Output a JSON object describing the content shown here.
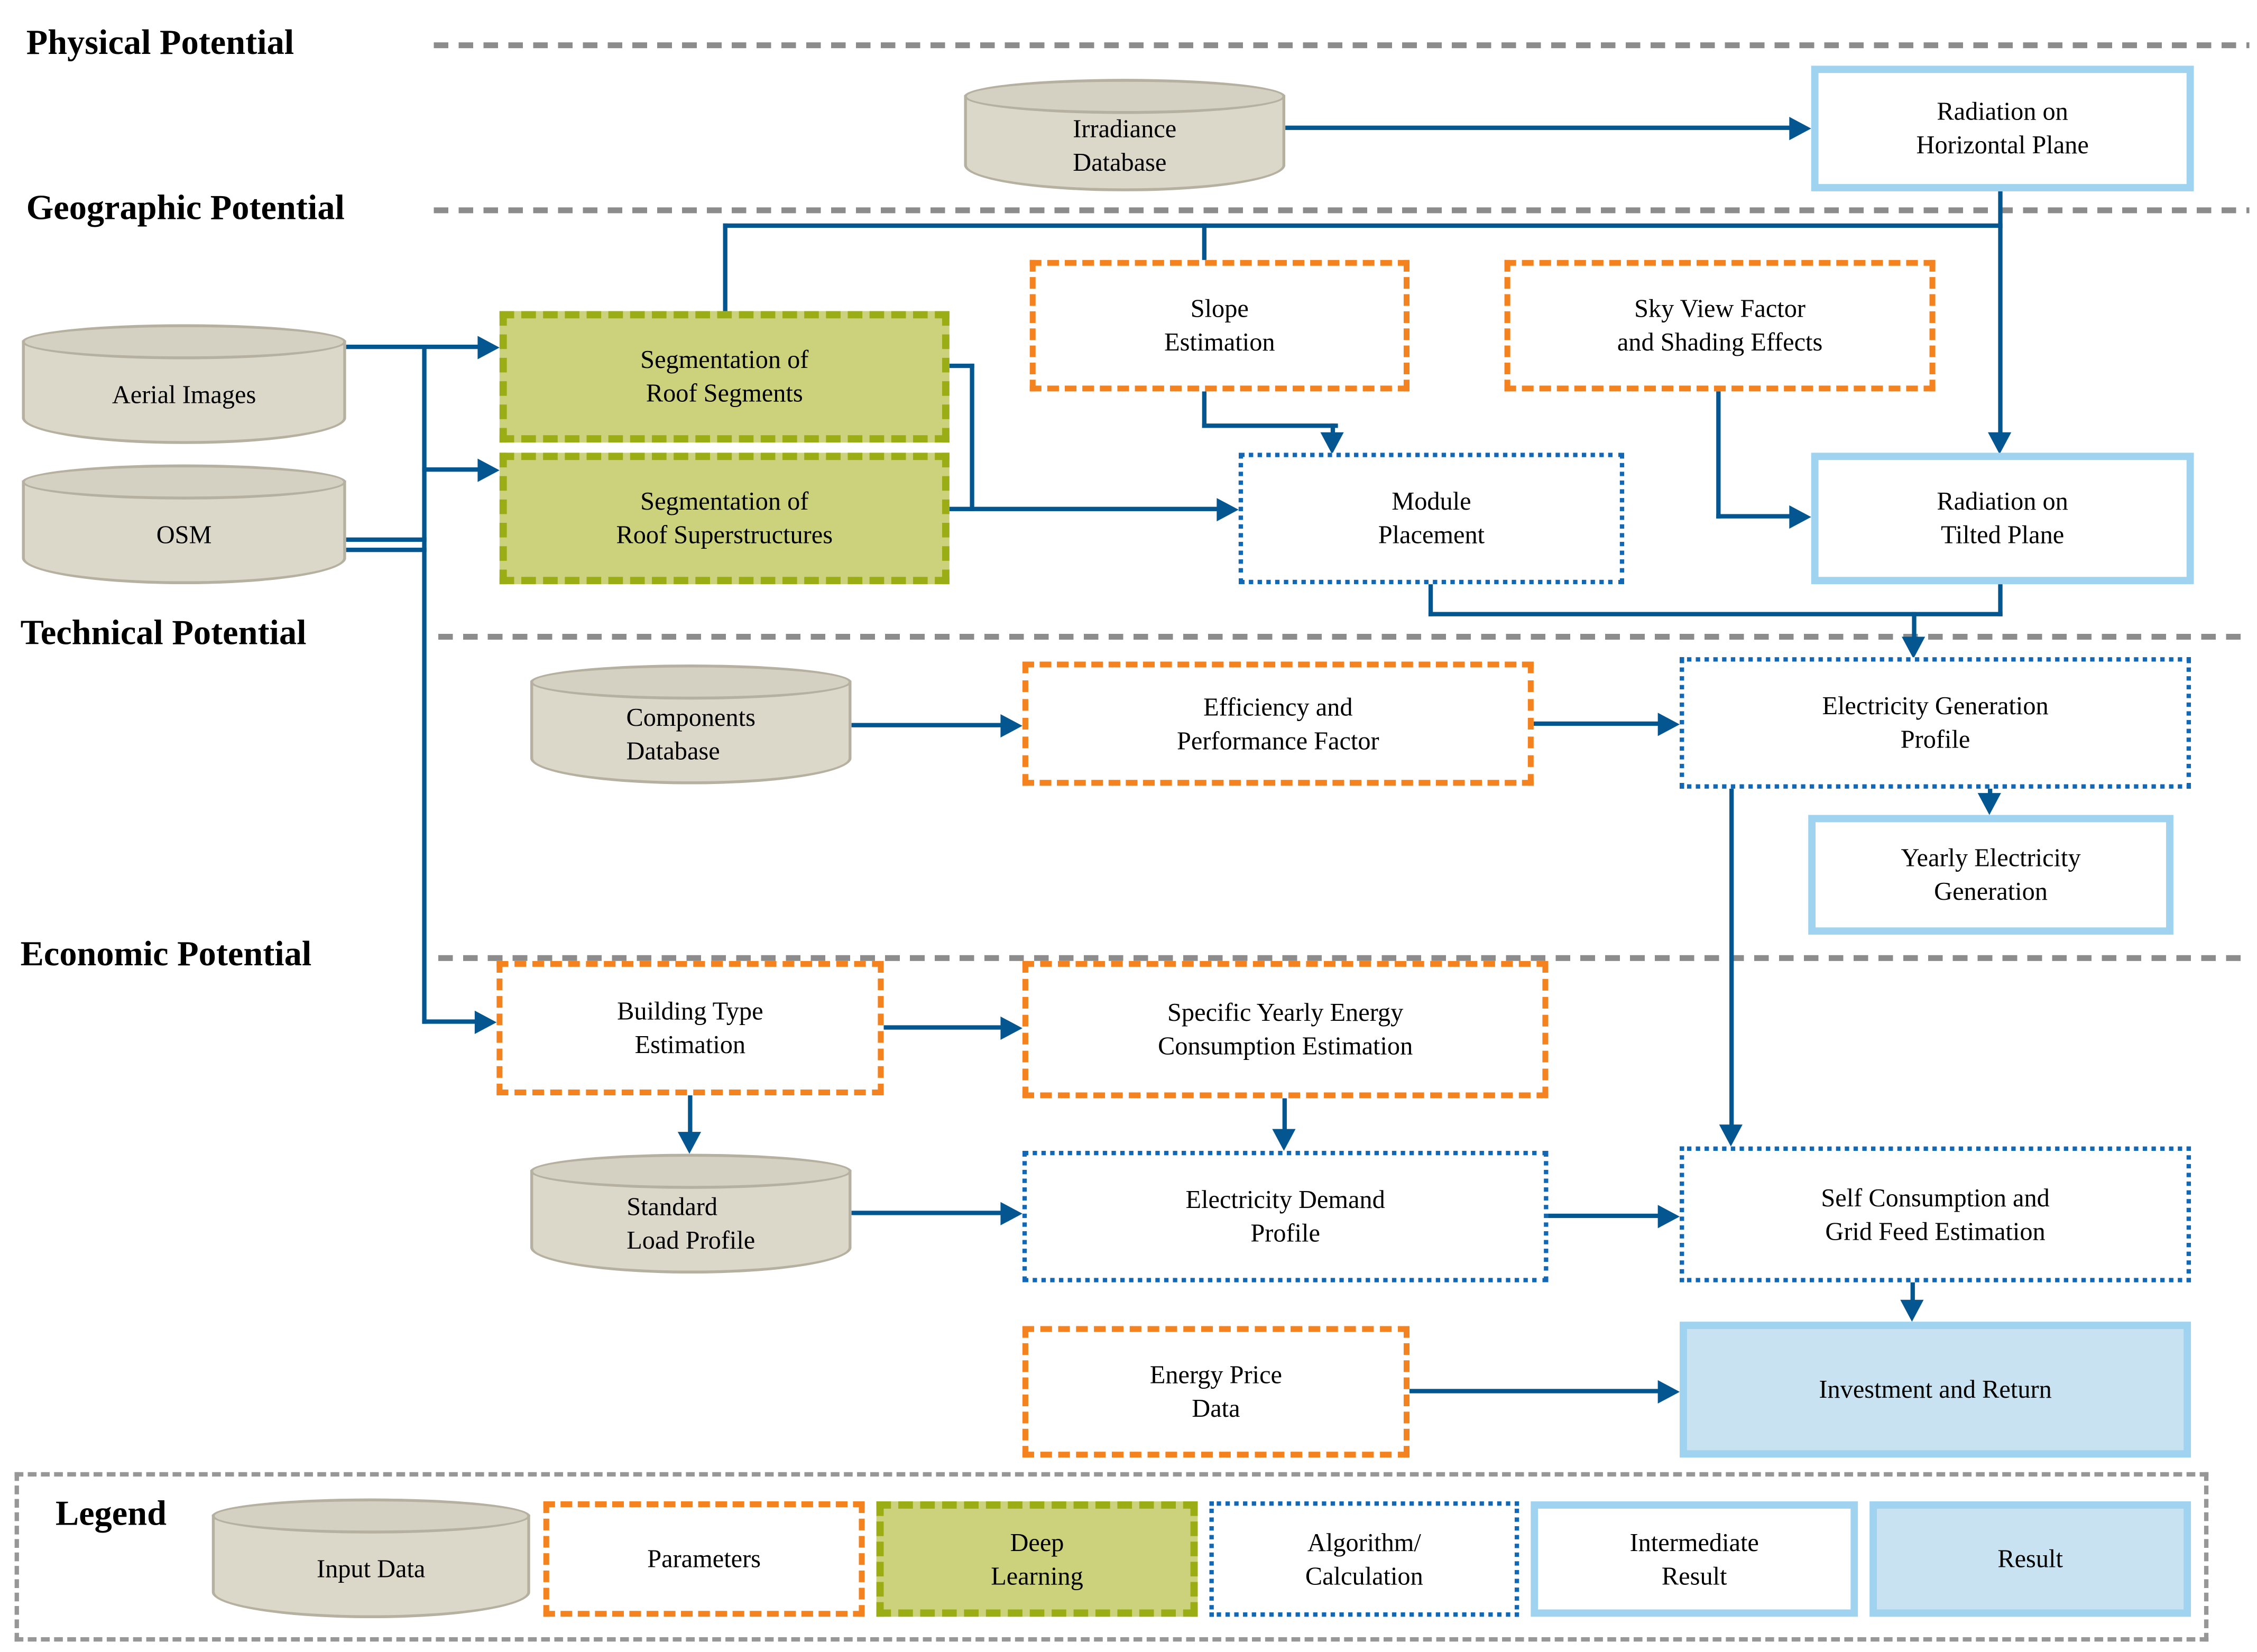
{
  "figure": {
    "sections": [
      {
        "id": "physical",
        "label": "Physical Potential"
      },
      {
        "id": "geographic",
        "label": "Geographic Potential"
      },
      {
        "id": "technical",
        "label": "Technical Potential"
      },
      {
        "id": "economic",
        "label": "Economic Potential"
      }
    ]
  },
  "nodes": {
    "irradiance_db": {
      "label": "Irradiance\nDatabase",
      "type": "input-data"
    },
    "radiation_horizontal": {
      "label": "Radiation on\nHorizontal Plane",
      "type": "intermediate-result"
    },
    "aerial_images": {
      "label": "Aerial Images",
      "type": "input-data"
    },
    "osm": {
      "label": "OSM",
      "type": "input-data"
    },
    "seg_roof_segments": {
      "label": "Segmentation of\nRoof Segments",
      "type": "deep-learning"
    },
    "seg_roof_superstructures": {
      "label": "Segmentation of\nRoof Superstructures",
      "type": "deep-learning"
    },
    "slope_estimation": {
      "label": "Slope\nEstimation",
      "type": "parameters"
    },
    "sky_view_factor": {
      "label": "Sky View Factor\nand Shading Effects",
      "type": "parameters"
    },
    "module_placement": {
      "label": "Module\nPlacement",
      "type": "algorithm-calculation"
    },
    "radiation_tilted": {
      "label": "Radiation on\nTilted Plane",
      "type": "intermediate-result"
    },
    "components_db": {
      "label": "Components\nDatabase",
      "type": "input-data"
    },
    "efficiency_performance": {
      "label": "Efficiency and\nPerformance Factor",
      "type": "parameters"
    },
    "electricity_generation_profile": {
      "label": "Electricity Generation\nProfile",
      "type": "algorithm-calculation"
    },
    "yearly_electricity_generation": {
      "label": "Yearly Electricity\nGeneration",
      "type": "intermediate-result"
    },
    "building_type_estimation": {
      "label": "Building Type\nEstimation",
      "type": "parameters"
    },
    "specific_yearly_energy": {
      "label": "Specific Yearly Energy\nConsumption Estimation",
      "type": "parameters"
    },
    "standard_load_profile": {
      "label": "Standard\nLoad Profile",
      "type": "input-data"
    },
    "electricity_demand_profile": {
      "label": "Electricity Demand\nProfile",
      "type": "algorithm-calculation"
    },
    "self_consumption": {
      "label": "Self Consumption and\nGrid Feed Estimation",
      "type": "algorithm-calculation"
    },
    "energy_price_data": {
      "label": "Energy Price\nData",
      "type": "parameters"
    },
    "investment_return": {
      "label": "Investment and Return",
      "type": "result"
    }
  },
  "legend": {
    "title": "Legend",
    "items": [
      {
        "label": "Input Data",
        "type": "input-data"
      },
      {
        "label": "Parameters",
        "type": "parameters"
      },
      {
        "label": "Deep\nLearning",
        "type": "deep-learning"
      },
      {
        "label": "Algorithm/\nCalculation",
        "type": "algorithm-calculation"
      },
      {
        "label": "Intermediate\nResult",
        "type": "intermediate-result"
      },
      {
        "label": "Result",
        "type": "result"
      }
    ]
  },
  "colors": {
    "connector": "#03568f",
    "separator": "#8c8c8c",
    "input_data_fill": "#dcd8c9",
    "input_data_border": "#b5b0a0",
    "parameters_border": "#f4831f",
    "deep_learning_fill": "#ccd27c",
    "deep_learning_border": "#9aad14",
    "algorithm_border": "#1268b4",
    "intermediate_result_border": "#9fd3ef",
    "result_fill": "#c9e2f1"
  }
}
